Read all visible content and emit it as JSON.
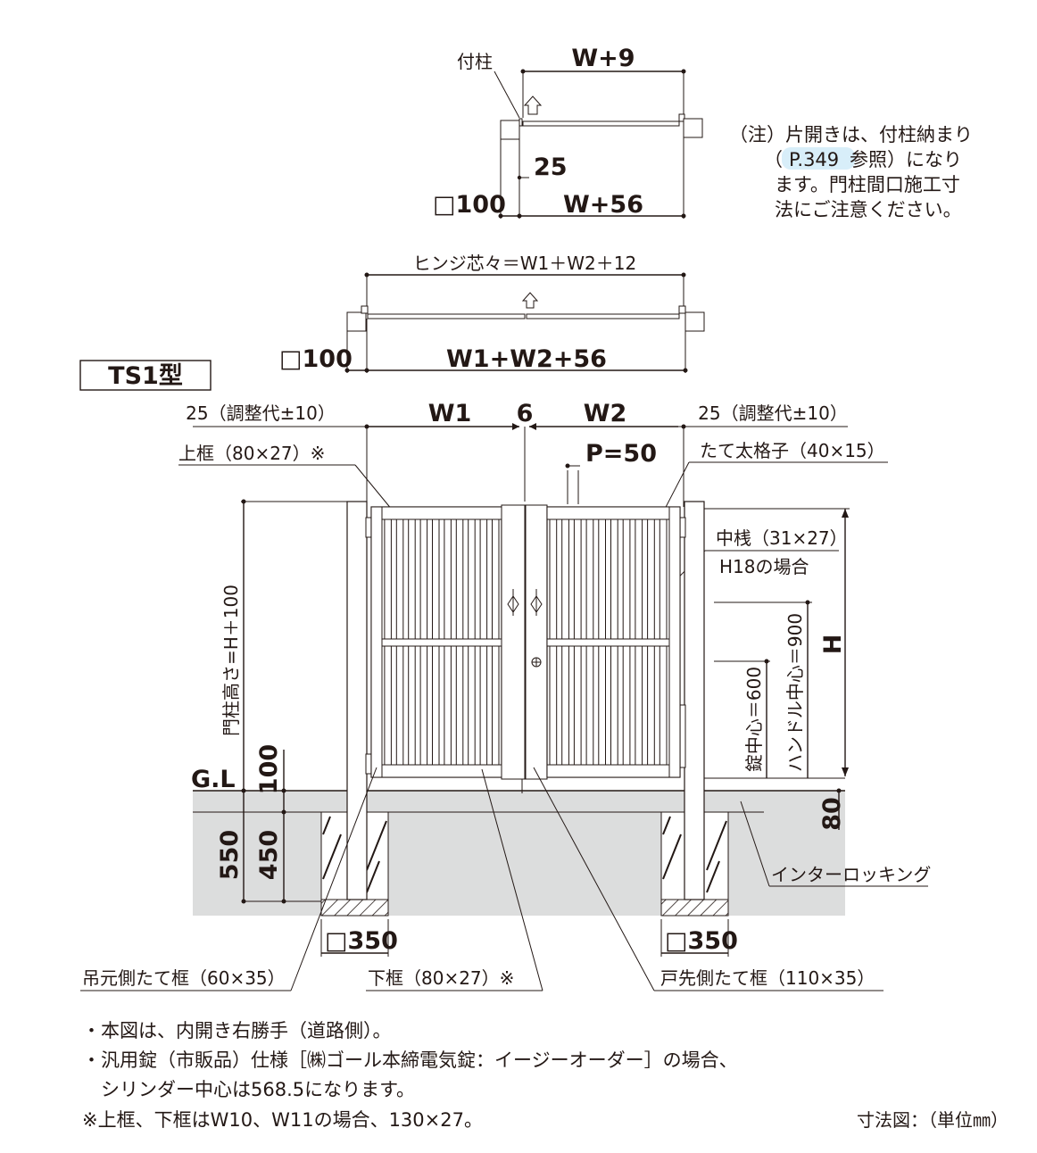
{
  "top_detail": {
    "post_label": "付柱",
    "width_top": "W+9",
    "offset": "25",
    "post_size": "□100",
    "width_bottom": "W+56"
  },
  "note": {
    "line1": "（注）片開きは、付柱納まり",
    "line2_a": "（",
    "line2_ref": "P.349",
    "line2_b": " 参照）になり",
    "line3": "ます。門柱間口施工寸",
    "line4": "法にご注意ください。"
  },
  "double_detail": {
    "hinge_label": "ヒンジ芯々＝W1＋W2＋12",
    "post_size": "□100",
    "total_width": "W1+W2+56"
  },
  "model": {
    "label": "TS1型"
  },
  "elevation": {
    "adj_left": "25（調整代±10）",
    "w1": "W1",
    "gap": "6",
    "w2": "W2",
    "adj_right": "25（調整代±10）",
    "pitch": "P=50",
    "top_frame": "上框（80×27）※",
    "bar_label": "たて太格子（40×15）",
    "mid_rail": "中桟（31×27）",
    "mid_rail_case": "H18の場合",
    "post_height": "門柱高さ=H＋100",
    "handle_center": "ハンドル中心＝900",
    "lock_center": "錠中心＝600",
    "height": "H",
    "gl": "G.L",
    "d100": "100",
    "d550": "550",
    "d450": "450",
    "d80": "80",
    "interlocking": "インターロッキング",
    "found_left": "□350",
    "found_right": "□350",
    "hinge_stile": "吊元側たて框（60×35）",
    "bottom_frame": "下框（80×27）※",
    "latch_stile": "戸先側たて框（110×35）"
  },
  "footer": {
    "line1": "・本図は、内開き右勝手（道路側）。",
    "line2": "・汎用錠（市販品）仕様［㈱ゴール本締電気錠：イージーオーダー］の場合、",
    "line3": "　シリンダー中心は568.5になります。",
    "line4": "※上框、下框はW10、W11の場合、130×27。",
    "unit": "寸法図：（単位㎜）"
  },
  "colors": {
    "ink": "#231815",
    "ground": "#dcdddd",
    "highlight": "#d8eef9"
  }
}
